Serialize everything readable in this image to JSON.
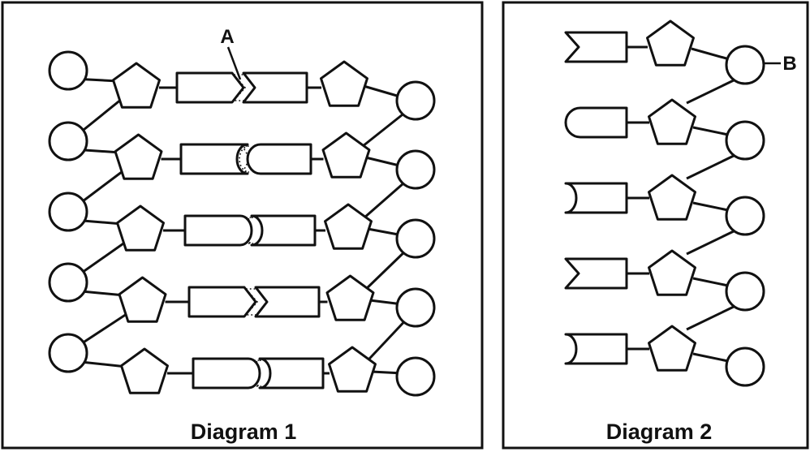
{
  "panels": {
    "diagram1": {
      "caption": "Diagram 1",
      "label_a": "A",
      "rows": [
        {
          "left_base": "V",
          "right_base": "V"
        },
        {
          "left_base": "C",
          "right_base": "R"
        },
        {
          "left_base": "R",
          "right_base": "C"
        },
        {
          "left_base": "V",
          "right_base": "V"
        },
        {
          "left_base": "R",
          "right_base": "C"
        }
      ]
    },
    "diagram2": {
      "caption": "Diagram 2",
      "label_b": "B",
      "rows": [
        {
          "base": "V"
        },
        {
          "base": "R"
        },
        {
          "base": "C"
        },
        {
          "base": "V"
        },
        {
          "base": "C"
        }
      ]
    }
  },
  "colors": {
    "stroke": "#111111",
    "fill": "#ffffff",
    "watermark": "#bdbdbd"
  }
}
